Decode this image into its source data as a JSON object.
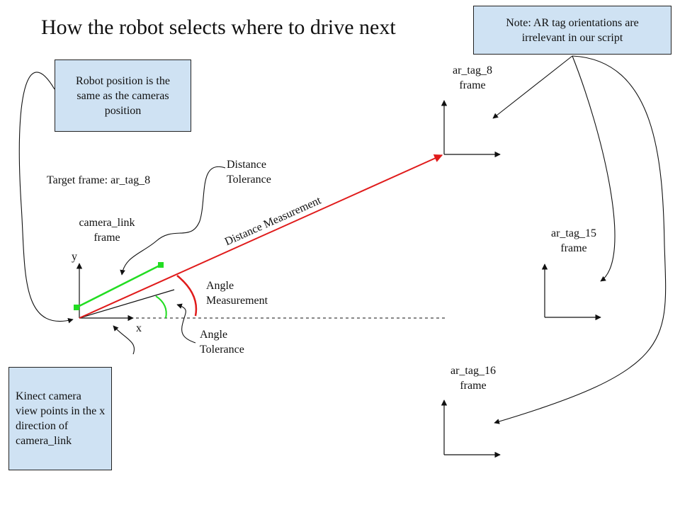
{
  "title": "How the robot selects where to drive next",
  "notes": {
    "ar_orientation": "Note: AR tag orientations are irrelevant in our script",
    "robot_position": "Robot position is the same as the cameras position",
    "kinect_view": "Kinect camera view points in the x direction of camera_link"
  },
  "labels": {
    "target_frame": "Target frame: ar_tag_8",
    "camera_link_frame": "camera_link frame",
    "axis_y": "y",
    "axis_x": "x",
    "distance_tolerance": "Distance Tolerance",
    "distance_measurement": "Distance Measurement",
    "angle_measurement": "Angle Measurement",
    "angle_tolerance": "Angle Tolerance"
  },
  "frames": {
    "ar_tag_8": "ar_tag_8 frame",
    "ar_tag_15": "ar_tag_15 frame",
    "ar_tag_16": "ar_tag_16 frame"
  },
  "colors": {
    "note_fill": "#cfe2f3",
    "measurement": "#e01b1b",
    "tolerance": "#22dd22",
    "line": "#111111"
  }
}
